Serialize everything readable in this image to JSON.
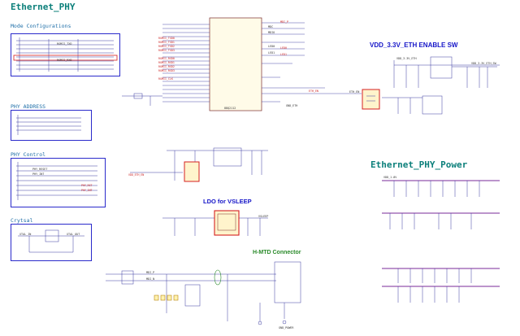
{
  "headings": {
    "ethernet_phy": "Ethernet_PHY",
    "ethernet_phy_power": "Ethernet_PHY_Power"
  },
  "subsections": {
    "mode_config": "Mode Configurations",
    "phy_address": "PHY ADDRESS",
    "phy_control": "PHY Control",
    "crystal": "Crytsal"
  },
  "callouts": {
    "vdd_enable_sw": "VDD_3.3V_ETH ENABLE SW",
    "ldo_vsleep": "LDO for VSLEEP",
    "hmtd_connector": "H-MTD Connector"
  },
  "net_labels": {
    "main_ic_part": "88Q2112",
    "gnd_eth": "GND_ETH",
    "vdd_eth": "VDD_3.3V_ETH",
    "vdd_eth_sw": "VDD_3.3V_ETH_SW",
    "gnd_power": "GND_POWER",
    "mdi_p": "MDI_P",
    "mdi_n": "MDI_N",
    "phy_reset": "PHY_RESET",
    "phy_int": "PHY_INT",
    "eth_en": "ETH_EN",
    "vsleep": "VSLEEP",
    "xtal_in": "XTAL_IN",
    "xtal_out": "XTAL_OUT",
    "rgmii_txd": "RGMII_TXD",
    "rgmii_rxd": "RGMII_RXD",
    "mdc": "MDC",
    "mdio": "MDIO",
    "led0": "LED0",
    "led1": "LED1",
    "vdd_1v8": "VDD_1.8V"
  },
  "colors": {
    "heading": "#0b7f7a",
    "box_border": "#2a2acb",
    "highlight": "#d42020",
    "net_red": "#cc2222",
    "wire": "#3a3aa0",
    "power_rail": "#7a2a9a",
    "hmtd_green": "#2a8a2a"
  }
}
